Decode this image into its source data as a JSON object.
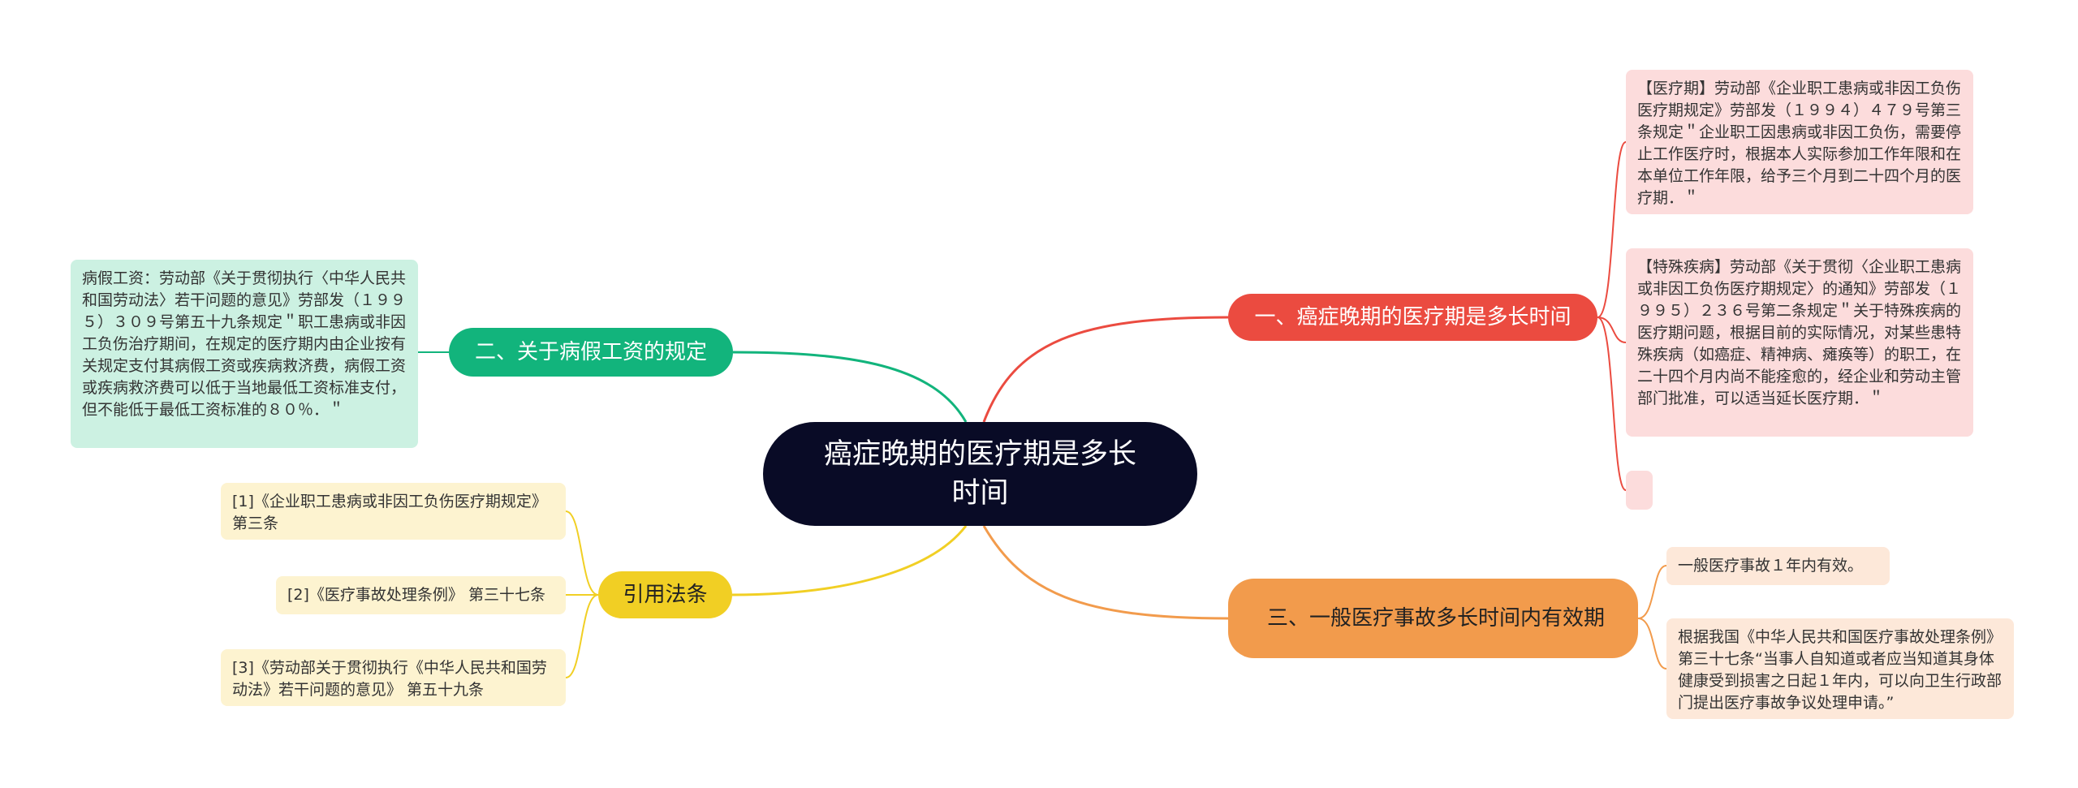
{
  "root": {
    "title": "癌症晚期的医疗期是多长时间"
  },
  "branches": [
    {
      "label": "一、癌症晚期的医疗期是多长时间",
      "color": "#eb4b40",
      "leaves": [
        "【医疗期】劳动部《企业职工患病或非因工负伤医疗期规定》劳部发（１９９４）４７９号第三条规定＂企业职工因患病或非因工负伤，需要停止工作医疗时，根据本人实际参加工作年限和在本单位工作年限，给予三个月到二十四个月的医疗期．＂",
        "【特殊疾病】劳动部《关于贯彻〈企业职工患病或非因工负伤医疗期规定〉的通知》劳部发（１９９５）２３６号第二条规定＂关于特殊疾病的医疗期问题，根据目前的实际情况，对某些患特殊疾病（如癌症、精神病、瘫痪等）的职工，在二十四个月内尚不能痊愈的，经企业和劳动主管部门批准，可以适当延长医疗期．＂",
        ""
      ]
    },
    {
      "label": "二、关于病假工资的规定",
      "color": "#12b47c",
      "leaves": [
        "病假工资：劳动部《关于贯彻执行〈中华人民共和国劳动法〉若干问题的意见》劳部发（１９９５）３０９号第五十九条规定＂职工患病或非因工负伤治疗期间，在规定的医疗期内由企业按有关规定支付其病假工资或疾病救济费，病假工资或疾病救济费可以低于当地最低工资标准支付，但不能低于最低工资标准的８０％．＂"
      ]
    },
    {
      "label": "三、一般医疗事故多长时间内有效期",
      "color": "#f29b4c",
      "leaves": [
        "一般医疗事故１年内有效。",
        "根据我国《中华人民共和国医疗事故处理条例》第三十七条“当事人自知道或者应当知道其身体健康受到损害之日起１年内，可以向卫生行政部门提出医疗事故争议处理申请。”"
      ]
    },
    {
      "label": "引用法条",
      "color": "#f1cf24",
      "leaves": [
        "[1]《企业职工患病或非因工负伤医疗期规定》 第三条",
        "[2]《医疗事故处理条例》 第三十七条",
        "[3]《劳动部关于贯彻执行《中华人民共和国劳动法》若干问题的意见》 第五十九条"
      ]
    }
  ]
}
